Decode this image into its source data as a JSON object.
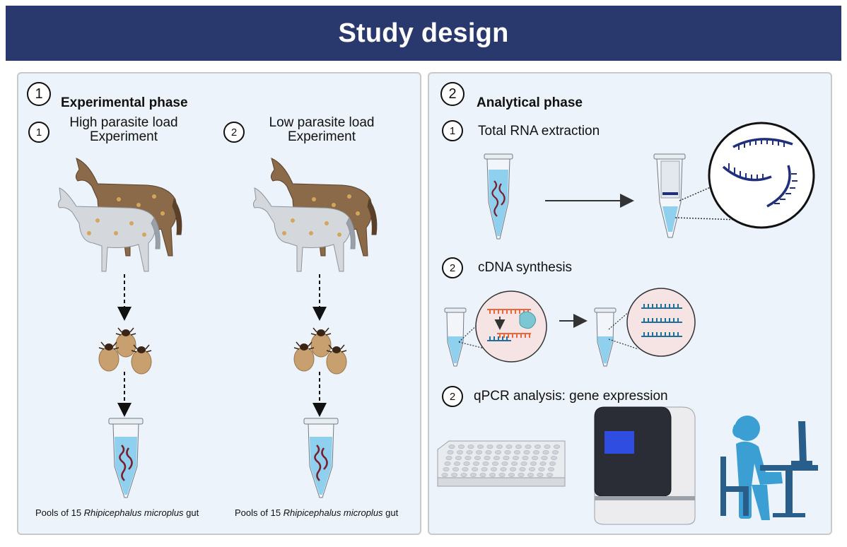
{
  "title": "Study design",
  "left_panel": {
    "number": "1",
    "heading": "Experimental phase",
    "experiments": [
      {
        "number": "1",
        "line1": "High parasite load",
        "line2": "Experiment",
        "caption_prefix": "Pools of 15 ",
        "caption_species": "Rhipicephalus microplus",
        "caption_suffix": " gut"
      },
      {
        "number": "2",
        "line1": "Low parasite load",
        "line2": "Experiment",
        "caption_prefix": "Pools of 15 ",
        "caption_species": "Rhipicephalus microplus",
        "caption_suffix": " gut"
      }
    ]
  },
  "right_panel": {
    "number": "2",
    "heading": "Analytical phase",
    "steps": [
      {
        "number": "1",
        "label": "Total RNA extraction"
      },
      {
        "number": "2",
        "label": "cDNA synthesis"
      },
      {
        "number": "2",
        "label": "qPCR analysis: gene expression"
      }
    ]
  },
  "colors": {
    "banner": "#29386d",
    "panel_bg": "#ecf3fb",
    "rna": "#1f2f7a",
    "brown_horse": "#8b6a4a",
    "white_horse": "#cfd3d8",
    "tick": "#c7a070",
    "person": "#3b9fd3"
  },
  "icons": [
    "horse-icon",
    "tick-icon",
    "tube-icon",
    "spin-column-icon",
    "rna-strand-icon",
    "enzyme-icon",
    "pcr-plate-icon",
    "qpcr-machine-icon",
    "researcher-icon",
    "arrow-icon"
  ]
}
